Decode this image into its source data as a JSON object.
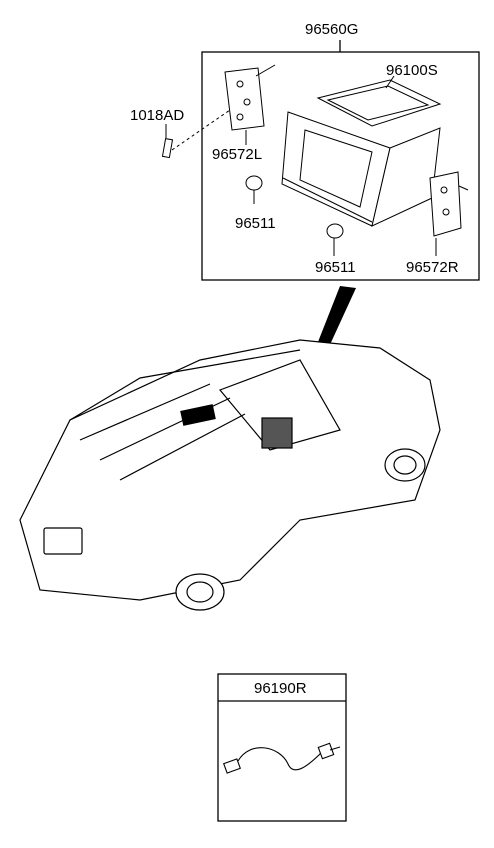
{
  "labels": {
    "assembly": "96560G",
    "panel": "96100S",
    "screw": "1018AD",
    "bracket_left": "96572L",
    "knob_left": "96511",
    "knob_right": "96511",
    "bracket_right": "96572R",
    "cable": "96190R"
  },
  "colors": {
    "line": "#000000",
    "fill": "#ffffff"
  }
}
